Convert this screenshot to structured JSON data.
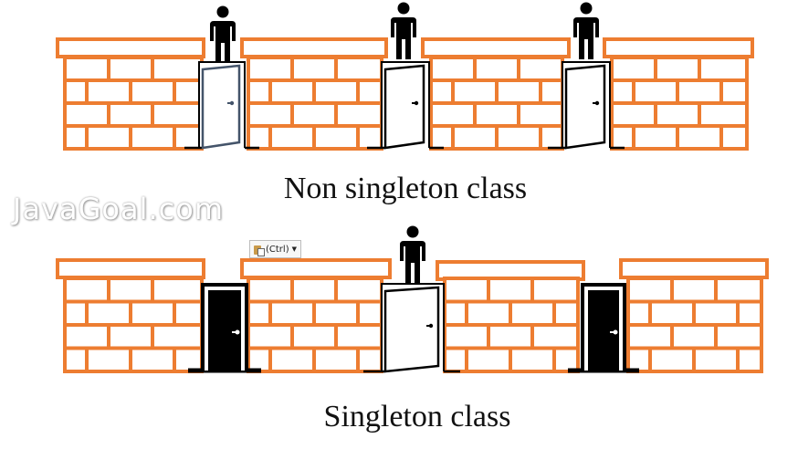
{
  "captions": {
    "non_singleton": "Non singleton class",
    "singleton": "Singleton class"
  },
  "watermark": "JavaGoal.com",
  "paste_options": {
    "label": "(Ctrl)"
  },
  "colors": {
    "brick": "#ED7D31",
    "door_frame": "#000000",
    "door_open_first": "#44546A",
    "closed_door": "#000000",
    "person": "#000000"
  },
  "icons": {
    "person": "person-icon",
    "open_door": "open-door-icon",
    "closed_door": "closed-door-icon",
    "paste": "clipboard-icon"
  },
  "scenes": [
    {
      "name": "non-singleton",
      "doors": [
        "open",
        "open",
        "open"
      ],
      "persons_at_doors": [
        0,
        1,
        2
      ]
    },
    {
      "name": "singleton",
      "doors": [
        "closed",
        "open",
        "closed"
      ],
      "persons_at_doors": [
        1
      ]
    }
  ]
}
